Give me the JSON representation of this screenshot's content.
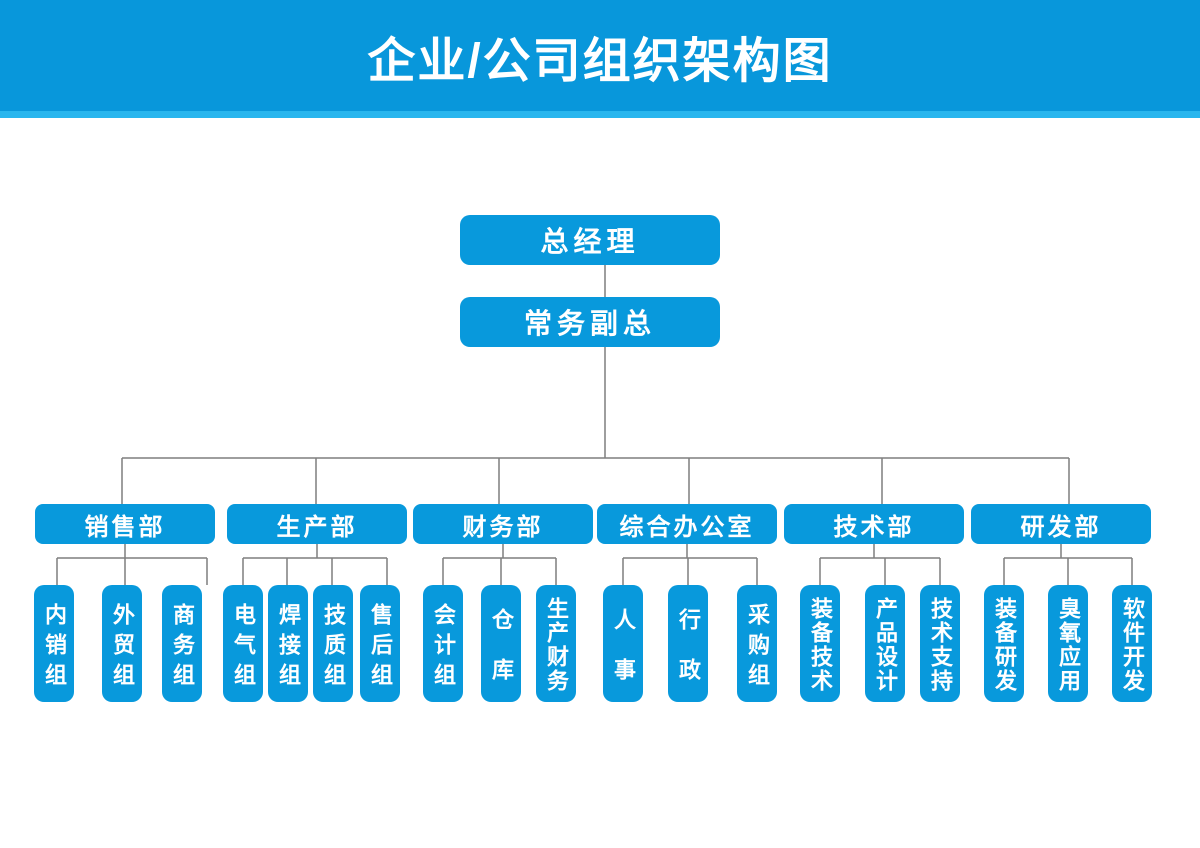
{
  "page": {
    "title": "企业/公司组织架构图"
  },
  "colors": {
    "primary_blue": "#0899DC",
    "banner_blue": "#0897DB",
    "accent_strip_blue": "#29B6EE",
    "connector_gray": "#7F7F7F",
    "node_text": "#FFFFFF"
  },
  "chart": {
    "type": "org-chart",
    "root": "总经理",
    "deputy": "常务副总",
    "departments": [
      {
        "label": "销售部",
        "children": [
          "内销组",
          "外贸组",
          "商务组"
        ]
      },
      {
        "label": "生产部",
        "children": [
          "电气组",
          "焊接组",
          "技质组",
          "售后组"
        ]
      },
      {
        "label": "财务部",
        "children": [
          "会计组",
          "仓库",
          "生产财务"
        ]
      },
      {
        "label": "综合办公室",
        "children": [
          "人事",
          "行政",
          "采购组"
        ]
      },
      {
        "label": "技术部",
        "children": [
          "装备技术",
          "产品设计",
          "技术支持"
        ]
      },
      {
        "label": "研发部",
        "children": [
          "装备研发",
          "臭氧应用",
          "软件开发"
        ]
      }
    ]
  }
}
